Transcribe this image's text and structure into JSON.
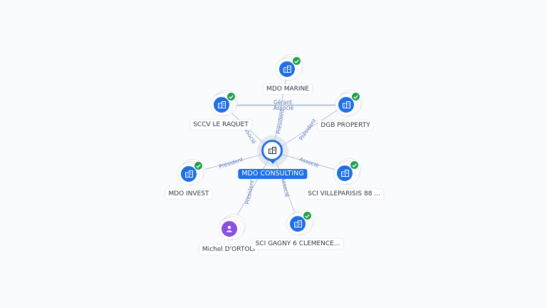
{
  "colors": {
    "company": "#1f6fe5",
    "person": "#8a4fe0",
    "verified": "#1fa14b",
    "edge": "#b7c3d3",
    "edge_label": "#5a77c2"
  },
  "icons": {
    "company": "building-icon",
    "person": "person-icon",
    "verified": "check-badge-icon"
  },
  "center": {
    "label": "MDO CONSULTING",
    "type": "company",
    "verified": true
  },
  "nodes": [
    {
      "id": "mdo-marine",
      "label": "MDO MARINE",
      "type": "company",
      "verified": true
    },
    {
      "id": "sccv-le-raquet",
      "label": "SCCV LE RAQUET",
      "type": "company",
      "verified": true
    },
    {
      "id": "dgb-property",
      "label": "DGB PROPERTY",
      "type": "company",
      "verified": true
    },
    {
      "id": "mdo-invest",
      "label": "MDO INVEST",
      "type": "company",
      "verified": true
    },
    {
      "id": "sci-villeparisis",
      "label": "SCI VILLEPARISIS 88 ...",
      "type": "company",
      "verified": true
    },
    {
      "id": "michel-dortoli",
      "label": "Michel D'ORTOLI",
      "type": "person",
      "verified": false
    },
    {
      "id": "sci-gagny",
      "label": "SCI GAGNY 6 CLEMENCE...",
      "type": "company",
      "verified": true
    }
  ],
  "edges": [
    {
      "from": "center",
      "to": "mdo-marine",
      "label": "Président"
    },
    {
      "from": "center",
      "to": "sccv-le-raquet",
      "label": "Associé"
    },
    {
      "from": "center",
      "to": "dgb-property",
      "label": "Président"
    },
    {
      "from": "center",
      "to": "mdo-invest",
      "label": "Président"
    },
    {
      "from": "center",
      "to": "sci-villeparisis",
      "label": "Associé"
    },
    {
      "from": "center",
      "to": "michel-dortoli",
      "label": "Président"
    },
    {
      "from": "center",
      "to": "sci-gagny",
      "label": "Associé"
    },
    {
      "from": "sccv-le-raquet",
      "to": "dgb-property",
      "label": "Gérant"
    },
    {
      "from": "sccv-le-raquet",
      "to": "dgb-property",
      "label": "Associé"
    }
  ]
}
